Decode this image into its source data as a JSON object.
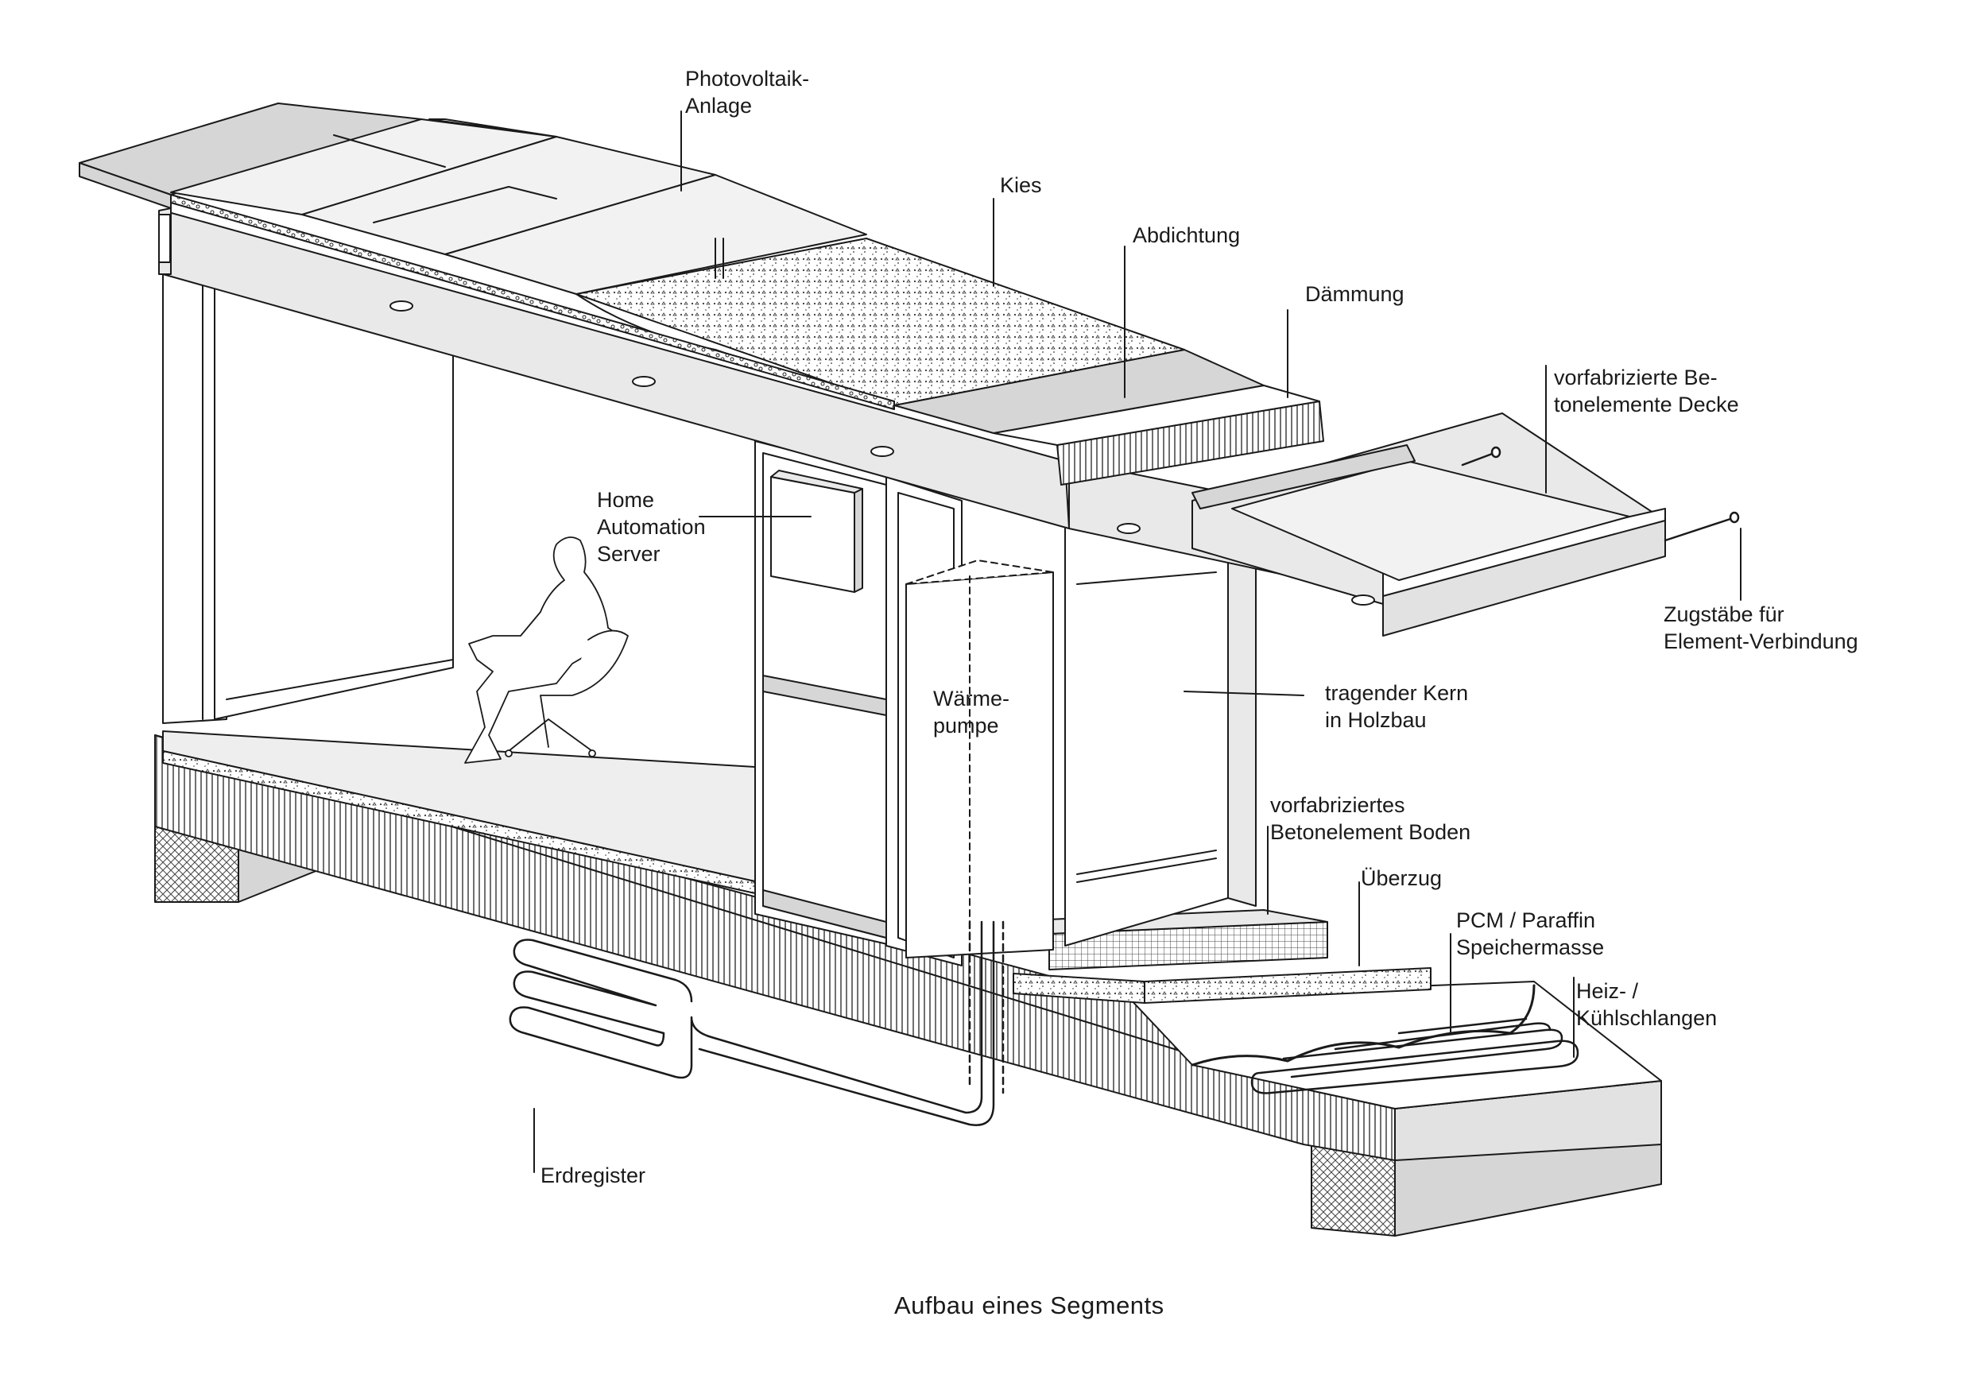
{
  "labels": {
    "photovoltaik": {
      "lines": [
        "Photovoltaik-",
        "Anlage"
      ]
    },
    "kies": {
      "lines": [
        "Kies"
      ]
    },
    "abdichtung": {
      "lines": [
        "Abdichtung"
      ]
    },
    "daemmung": {
      "lines": [
        "Dämmung"
      ]
    },
    "betonelemente_decke": {
      "lines": [
        "vorfabrizierte Be-",
        "tonelemente Decke"
      ]
    },
    "home_automation": {
      "lines": [
        "Home",
        "Automation",
        "Server"
      ]
    },
    "zugstaebe": {
      "lines": [
        "Zugstäbe für",
        "Element-Verbindung"
      ]
    },
    "waermepumpe": {
      "lines": [
        "Wärme-",
        "pumpe"
      ]
    },
    "tragender_kern": {
      "lines": [
        "tragender Kern",
        "in Holzbau"
      ]
    },
    "betonelement_boden": {
      "lines": [
        "vorfabriziertes",
        "Betonelement Boden"
      ]
    },
    "ueberzug": {
      "lines": [
        "Überzug"
      ]
    },
    "pcm": {
      "lines": [
        "PCM / Paraffin",
        "Speichermasse"
      ]
    },
    "heiz_kuehl": {
      "lines": [
        "Heiz- /",
        "Kühlschlangen"
      ]
    },
    "erdregister": {
      "lines": [
        "Erdregister"
      ]
    }
  },
  "caption": "Aufbau eines Segments",
  "colors": {
    "line": "#1a1a1a",
    "light_fill": "#e9e9e9",
    "mid_fill": "#d6d6d6",
    "dark_fill": "#bdbdbd",
    "paper": "#ffffff"
  }
}
